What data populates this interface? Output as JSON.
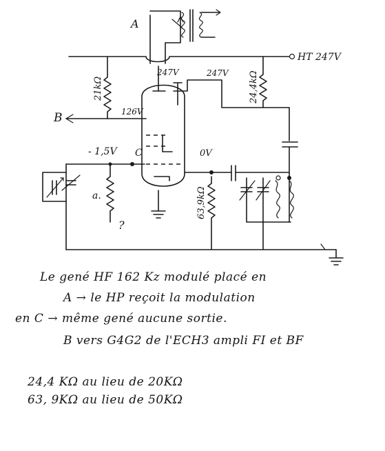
{
  "labels": {
    "A": "A",
    "B": "B",
    "C": "C",
    "a": "a.",
    "question": "?",
    "ht": "HT 247V",
    "v247_grid": "247V",
    "v247_plate": "247V",
    "v126": "126V",
    "v_neg15": "- 1,5V",
    "v0": "0V",
    "r21k": "21kΩ",
    "r244k": "24,4kΩ",
    "r639k": "63,9kΩ"
  },
  "notes": {
    "line1": "Le gené HF 162 Kz modulé placé en",
    "line2": "A → le HP reçoit la modulation",
    "line3": "en C → même gené aucune sortie.",
    "line4": "B vers G4G2 de l'ECH3 ampli FI et BF",
    "line5": "24,4 KΩ au lieu de 20KΩ",
    "line6": "63, 9KΩ au lieu de 50KΩ"
  }
}
